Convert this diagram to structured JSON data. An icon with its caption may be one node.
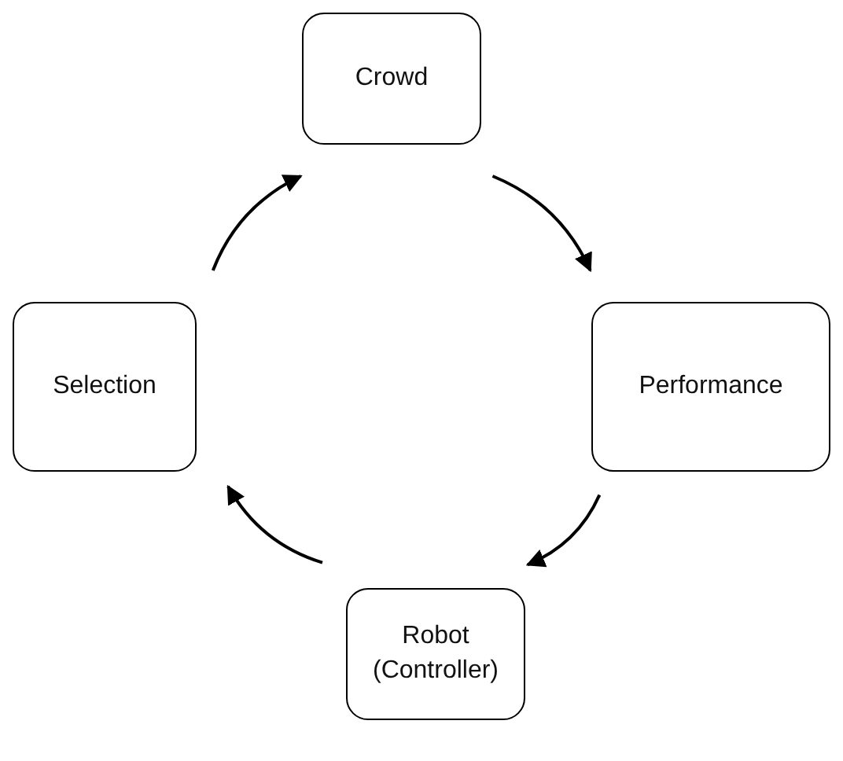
{
  "diagram": {
    "nodes": [
      {
        "text": [
          "Crowd"
        ]
      },
      {
        "text": [
          "Selection"
        ]
      },
      {
        "text": [
          "Performance"
        ]
      },
      {
        "text": [
          "Robot (Controller)"
        ]
      }
    ],
    "edges": [
      {
        "from": 1,
        "to": 0,
        "arrow": "to"
      },
      {
        "from": 0,
        "to": 2,
        "arrow": "to"
      },
      {
        "from": 2,
        "to": 3,
        "arrow": "to"
      },
      {
        "from": 3,
        "to": 1,
        "arrow": "to"
      }
    ]
  }
}
